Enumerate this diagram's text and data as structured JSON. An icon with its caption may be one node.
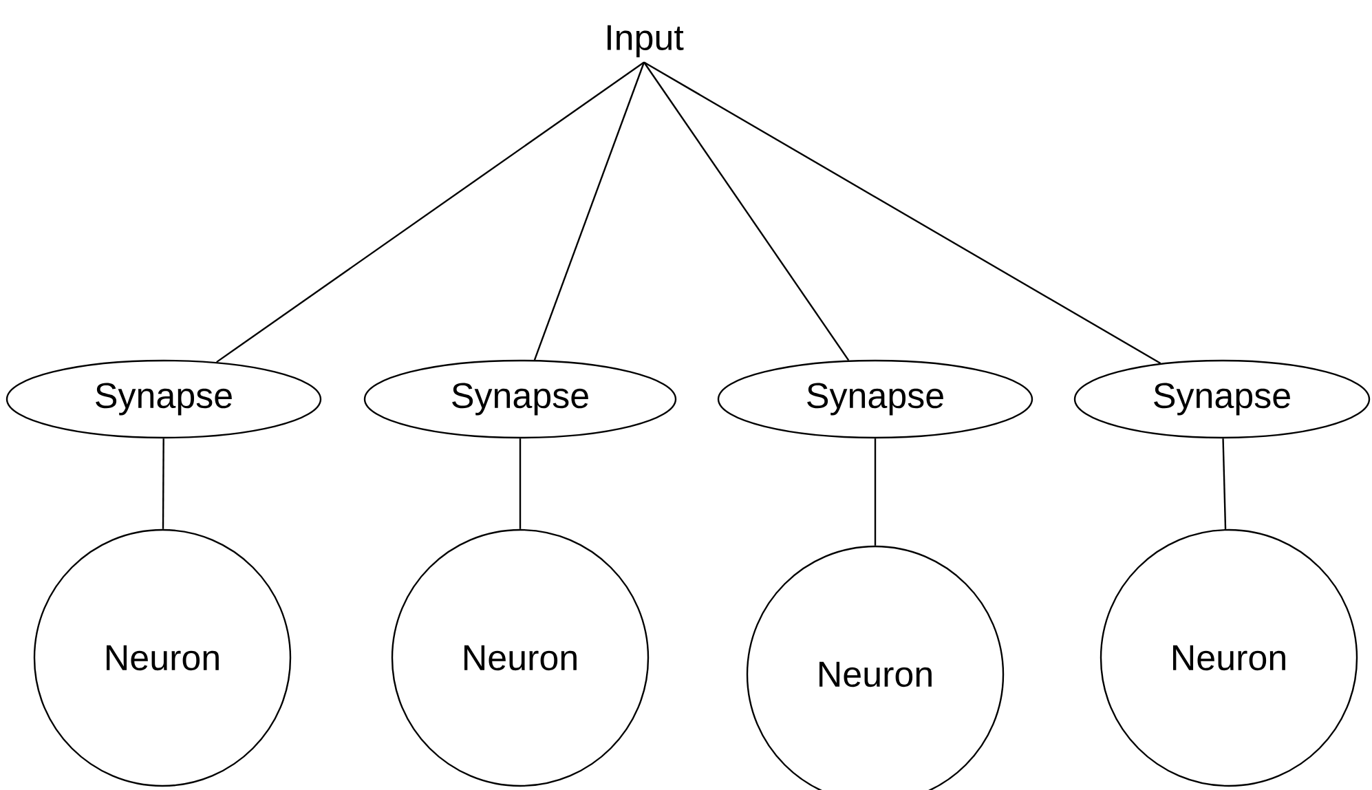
{
  "diagram": {
    "nodes": [
      {
        "text": [
          "Input"
        ]
      },
      {
        "text": [
          "Synapse"
        ]
      },
      {
        "text": [
          "Synapse"
        ]
      },
      {
        "text": [
          "Synapse"
        ]
      },
      {
        "text": [
          "Synapse"
        ]
      },
      {
        "text": [
          "Neuron"
        ]
      },
      {
        "text": [
          "Neuron"
        ]
      },
      {
        "text": [
          "Neuron"
        ]
      },
      {
        "text": [
          "Neuron"
        ]
      }
    ],
    "edges": [
      {
        "from": 0,
        "to": 1,
        "arrow": "none"
      },
      {
        "from": 0,
        "to": 2,
        "arrow": "none"
      },
      {
        "from": 0,
        "to": 3,
        "arrow": "none"
      },
      {
        "from": 0,
        "to": 4,
        "arrow": "none"
      },
      {
        "from": 1,
        "to": 5,
        "arrow": "none"
      },
      {
        "from": 2,
        "to": 6,
        "arrow": "none"
      },
      {
        "from": 3,
        "to": 7,
        "arrow": "none"
      },
      {
        "from": 4,
        "to": 8,
        "arrow": "none"
      }
    ]
  }
}
